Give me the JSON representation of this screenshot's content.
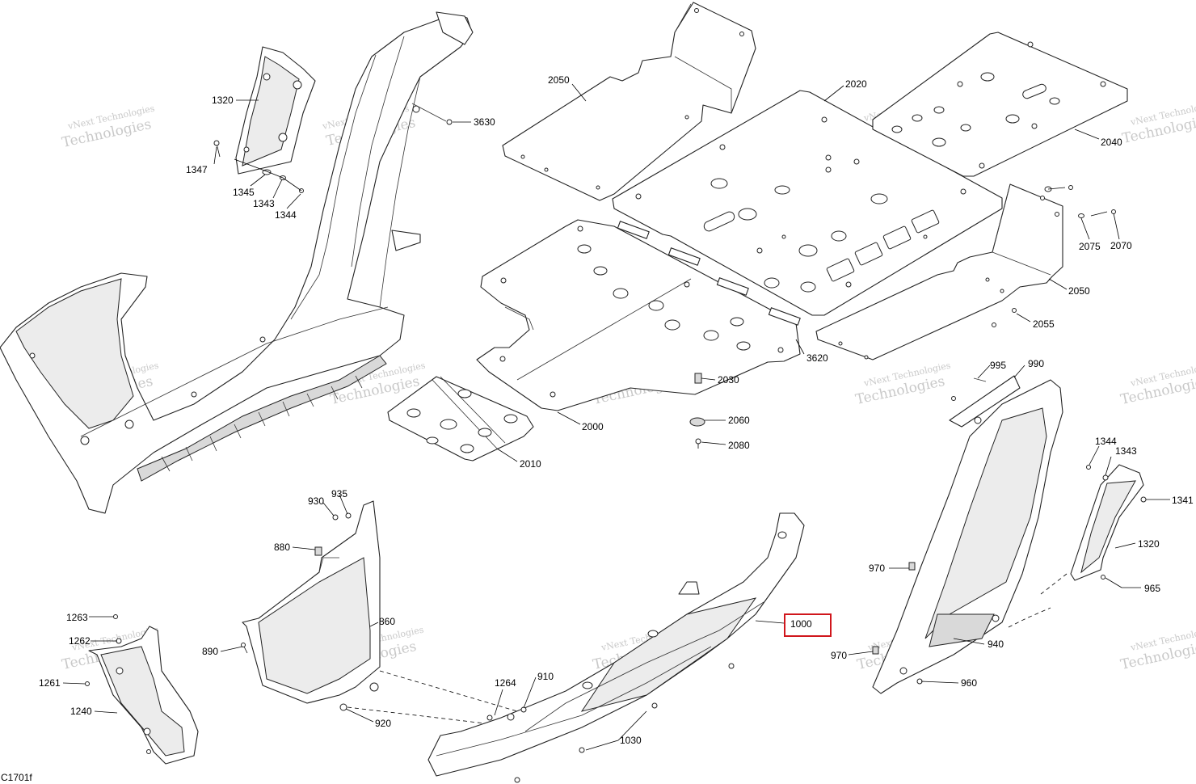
{
  "diagram": {
    "code": "C1701f",
    "highlighted_label": "1000",
    "labels": [
      {
        "id": "l1320a",
        "text": "1320"
      },
      {
        "id": "l1347",
        "text": "1347"
      },
      {
        "id": "l1345",
        "text": "1345"
      },
      {
        "id": "l1343a",
        "text": "1343"
      },
      {
        "id": "l1344a",
        "text": "1344"
      },
      {
        "id": "l3630",
        "text": "3630"
      },
      {
        "id": "l2050a",
        "text": "2050"
      },
      {
        "id": "l2020",
        "text": "2020"
      },
      {
        "id": "l2040",
        "text": "2040"
      },
      {
        "id": "l2075",
        "text": "2075"
      },
      {
        "id": "l2070",
        "text": "2070"
      },
      {
        "id": "l2050b",
        "text": "2050"
      },
      {
        "id": "l2055",
        "text": "2055"
      },
      {
        "id": "l3620",
        "text": "3620"
      },
      {
        "id": "l2030",
        "text": "2030"
      },
      {
        "id": "l2000",
        "text": "2000"
      },
      {
        "id": "l2060",
        "text": "2060"
      },
      {
        "id": "l2080",
        "text": "2080"
      },
      {
        "id": "l2010",
        "text": "2010"
      },
      {
        "id": "l995",
        "text": "995"
      },
      {
        "id": "l990",
        "text": "990"
      },
      {
        "id": "l1344b",
        "text": "1344"
      },
      {
        "id": "l1343b",
        "text": "1343"
      },
      {
        "id": "l1341",
        "text": "1341"
      },
      {
        "id": "l1320b",
        "text": "1320"
      },
      {
        "id": "l965",
        "text": "965"
      },
      {
        "id": "l970a",
        "text": "970"
      },
      {
        "id": "l940",
        "text": "940"
      },
      {
        "id": "l970b",
        "text": "970"
      },
      {
        "id": "l960",
        "text": "960"
      },
      {
        "id": "l930",
        "text": "930"
      },
      {
        "id": "l935",
        "text": "935"
      },
      {
        "id": "l880",
        "text": "880"
      },
      {
        "id": "l860",
        "text": "860"
      },
      {
        "id": "l890",
        "text": "890"
      },
      {
        "id": "l920",
        "text": "920"
      },
      {
        "id": "l1264",
        "text": "1264"
      },
      {
        "id": "l910",
        "text": "910"
      },
      {
        "id": "l1030",
        "text": "1030"
      },
      {
        "id": "l1000",
        "text": "1000"
      },
      {
        "id": "l1263",
        "text": "1263"
      },
      {
        "id": "l1262",
        "text": "1262"
      },
      {
        "id": "l1261",
        "text": "1261"
      },
      {
        "id": "l1240",
        "text": "1240"
      }
    ],
    "watermark": {
      "line1": "vNext Technologies",
      "line2": "Technologies"
    }
  }
}
